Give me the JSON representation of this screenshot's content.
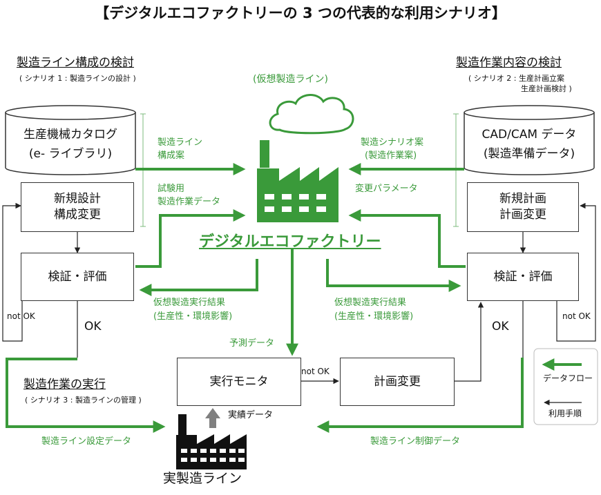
{
  "title": "【デジタルエコファクトリーの 3 つの代表的な利用シナリオ】",
  "left": {
    "heading": "製造ライン構成の検討",
    "scenario": "( シナリオ 1 : 製造ラインの設計 )",
    "catalog_line1": "生産機械カタログ",
    "catalog_line2": "(e- ライブラリ)",
    "design_line1": "新規設計",
    "design_line2": "構成変更",
    "verify": "検証・評価",
    "notok": "not OK",
    "ok": "OK"
  },
  "right": {
    "heading": "製造作業内容の検討",
    "scenario_line1": "( シナリオ 2 : 生産計画立案",
    "scenario_line2": "生産計画検討 )",
    "cad_line1": "CAD/CAM データ",
    "cad_line2": "(製造準備データ)",
    "plan_line1": "新規計画",
    "plan_line2": "計画変更",
    "verify": "検証・評価",
    "notok": "not OK",
    "ok": "OK"
  },
  "center": {
    "virtual_line": "(仮想製造ライン)",
    "digital_factory": "デジタルエコファクトリー",
    "config_line1": "製造ライン",
    "config_line2": "構成案",
    "test_line1": "試験用",
    "test_line2": "製造作業データ",
    "scenario_line1": "製造シナリオ案",
    "scenario_line2": "(製造作業案)",
    "param": "変更パラメータ",
    "result_left_line1": "仮想製造実行結果",
    "result_left_line2": "(生産性・環境影響)",
    "result_right_line1": "仮想製造実行結果",
    "result_right_line2": "(生産性・環境影響)",
    "forecast": "予測データ"
  },
  "bottom": {
    "heading": "製造作業の実行",
    "scenario": "( シナリオ 3 : 製造ラインの管理 )",
    "monitor": "実行モニタ",
    "notok": "not OK",
    "plan_change": "計画変更",
    "actual_data": "実績データ",
    "real_line": "実製造ライン",
    "setting_data": "製造ライン設定データ",
    "control_data": "製造ライン制御データ"
  },
  "legend": {
    "dataflow": "データフロー",
    "procedure": "利用手順"
  },
  "colors": {
    "green": "#3a9a3a",
    "dark": "#222222",
    "gray": "#808080"
  },
  "icons": [
    "cloud-icon",
    "factory-icon",
    "real-factory-icon",
    "upload-arrow-icon"
  ]
}
